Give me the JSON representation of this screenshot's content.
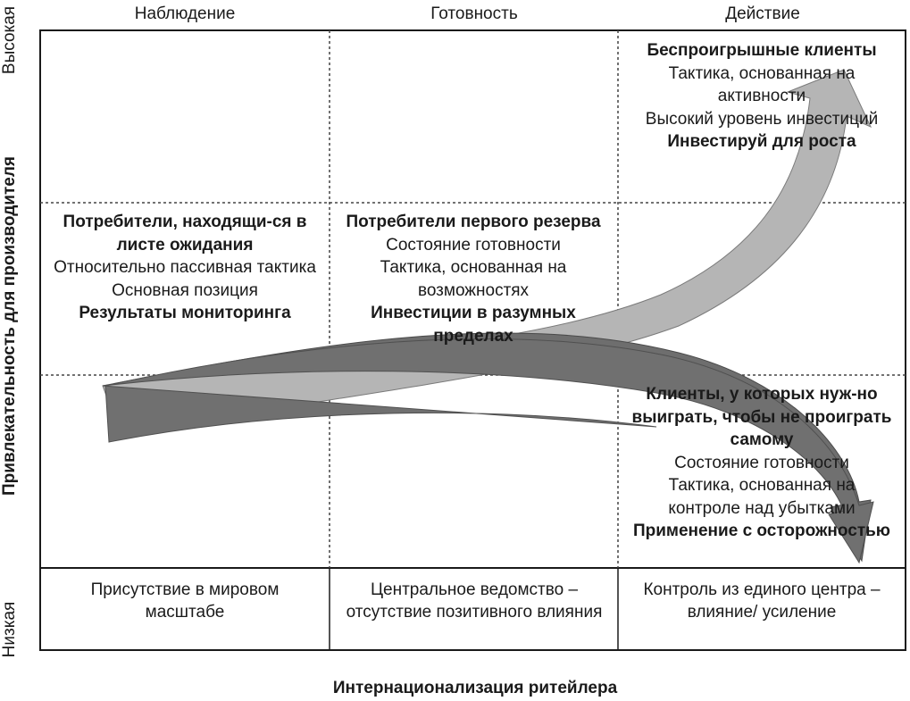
{
  "columns": [
    "Наблюдение",
    "Готовность",
    "Действие"
  ],
  "y_axis": {
    "label": "Привлекательность для производителя",
    "high": "Высокая",
    "low": "Низкая"
  },
  "x_axis": {
    "label": "Интернационализация ритейлера"
  },
  "cells": {
    "winwin": {
      "title": "Беспроигрышные клиенты",
      "line1": "Тактика, основанная на активности",
      "line2": "Высокий уровень инвестиций",
      "action": "Инвестируй для роста"
    },
    "waiting": {
      "title": "Потребители, находящи-ся в листе ожидания",
      "line1": "Относительно пассивная тактика",
      "line2": "Основная позиция",
      "action": "Результаты мониторинга"
    },
    "reserve": {
      "title": "Потребители первого резерва",
      "line1": "Состояние готовности",
      "line2": "Тактика, основанная на возможностях",
      "action": "Инвестиции в разумных пределах"
    },
    "mustwin": {
      "title": "Клиенты, у которых нуж-но выиграть, чтобы не проиграть самому",
      "line1": "Состояние готовности",
      "line2": "Тактика, основанная на контроле над убытками",
      "action": "Применение с осторожностью"
    }
  },
  "bottom_row": [
    "Присутствие в мировом масштабе",
    "Центральное ведомство – отсутствие позитивного влияния",
    "Контроль из единого центра – влияние/ усиление"
  ]
}
